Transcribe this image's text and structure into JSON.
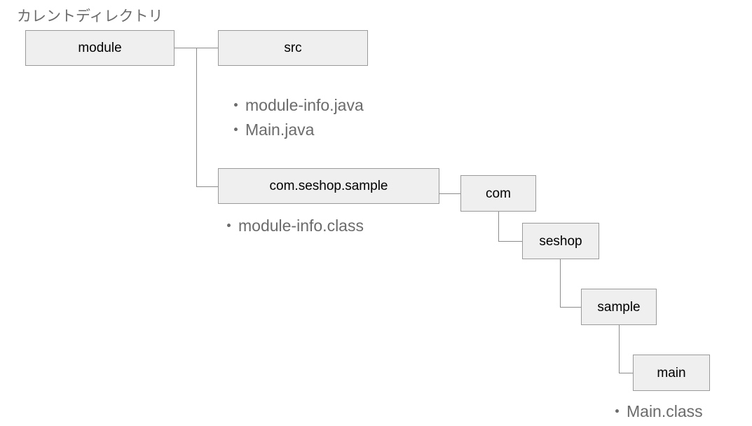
{
  "diagram": {
    "caption": "カレントディレクトリ",
    "bullet_glyph": "・",
    "colors": {
      "node_fill": "#efefef",
      "node_border": "#9a9a9a",
      "connector": "#8c8c8c",
      "node_text": "#000000",
      "annotation_text": "#6b6b6b",
      "background": "#ffffff"
    },
    "nodes": {
      "module": "module",
      "src": "src",
      "package": "com.seshop.sample",
      "com": "com",
      "seshop": "seshop",
      "sample": "sample",
      "main": "main"
    },
    "file_groups": {
      "src_files": [
        "module-info.java",
        "Main.java"
      ],
      "package_files": [
        "module-info.class"
      ],
      "main_files": [
        "Main.class"
      ]
    }
  }
}
